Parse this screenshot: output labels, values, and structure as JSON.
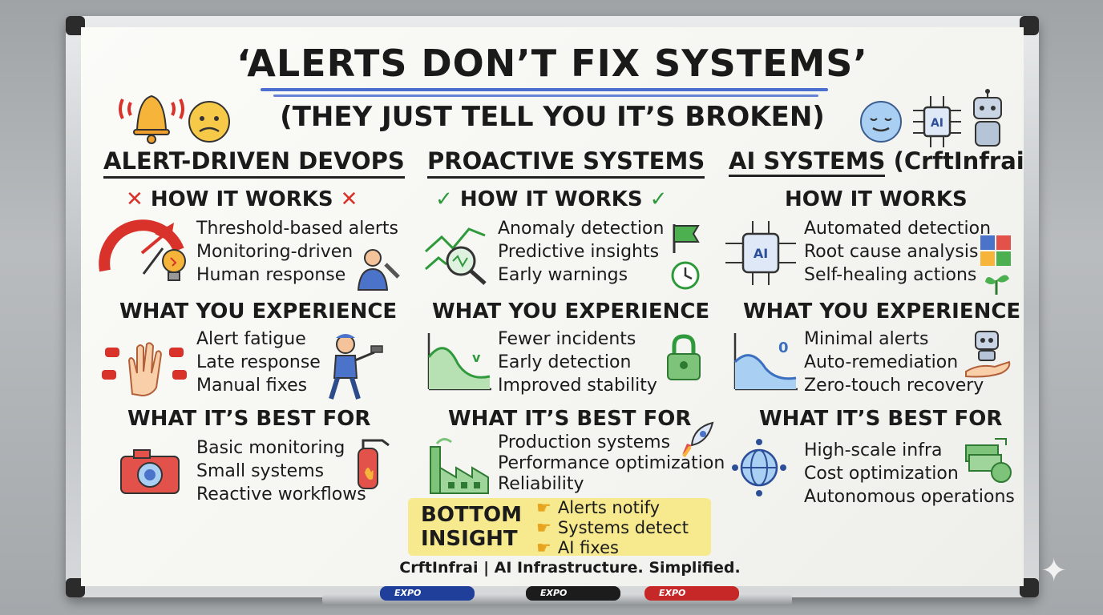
{
  "title": "‘ALERTS DON’T FIX SYSTEMS’",
  "subtitle": "(THEY JUST TELL YOU IT’S BROKEN)",
  "columns": [
    {
      "heading": "ALERT-DRIVEN DEVOPS",
      "how_label": "HOW IT WORKS",
      "how": [
        "Threshold-based alerts",
        "Monitoring-driven",
        "Human response"
      ],
      "exp_label": "WHAT YOU EXPERIENCE",
      "exp": [
        "Alert fatigue",
        "Late response",
        "Manual fixes"
      ],
      "best_label": "WHAT IT’S BEST FOR",
      "best": [
        "Basic monitoring",
        "Small systems",
        "Reactive workflows"
      ]
    },
    {
      "heading": "PROACTIVE SYSTEMS",
      "how_label": "HOW IT WORKS",
      "how": [
        "Anomaly detection",
        "Predictive insights",
        "Early warnings"
      ],
      "exp_label": "WHAT YOU EXPERIENCE",
      "exp": [
        "Fewer incidents",
        "Early detection",
        "Improved stability"
      ],
      "best_label": "WHAT IT’S BEST FOR",
      "best": [
        "Production systems",
        "Performance optimization",
        "Reliability"
      ]
    },
    {
      "heading_main": "AI SYSTEMS",
      "heading_extra": "(CrftInfrai)",
      "how_label": "HOW IT WORKS",
      "how": [
        "Automated detection",
        "Root cause analysis",
        "Self-healing actions"
      ],
      "exp_label": "WHAT YOU EXPERIENCE",
      "exp": [
        "Minimal alerts",
        "Auto-remediation",
        "Zero-touch recovery"
      ],
      "best_label": "WHAT IT’S BEST FOR",
      "best": [
        "High-scale infra",
        "Cost optimization",
        "Autonomous operations"
      ]
    }
  ],
  "icon_text": {
    "ai_chip": "AI",
    "gauge_zero": "0",
    "check_v": "v"
  },
  "insight": {
    "label_line1": "BOTTOM",
    "label_line2": "INSIGHT",
    "items": [
      "Alerts notify",
      "Systems detect",
      "AI fixes"
    ]
  },
  "footer": "CrftInfrai | AI Infrastructure. Simplified.",
  "markers": {
    "brand": "EXPO"
  },
  "colors": {
    "underline": "#4a6fd0",
    "cross": "#d8322b",
    "check": "#2f9a3c",
    "highlight": "#f6e98e",
    "marker_blue": "#1f3f9a",
    "marker_black": "#1c1c1c",
    "marker_red": "#c62828"
  },
  "icons": [
    "bell-icon",
    "worried-face-icon",
    "calm-face-icon",
    "ai-chip-icon",
    "robot-icon",
    "gauge-icon",
    "lightbulb-icon",
    "engineer-icon",
    "alarm-hand-icon",
    "worker-hammer-icon",
    "camera-icon",
    "fire-extinguisher-icon",
    "magnifier-chart-icon",
    "flag-icon",
    "clock-icon",
    "wave-chart-icon",
    "padlock-icon",
    "factory-icon",
    "rocket-icon",
    "puzzle-icon",
    "plant-icon",
    "robot-hand-icon",
    "globe-network-icon",
    "money-icon"
  ]
}
